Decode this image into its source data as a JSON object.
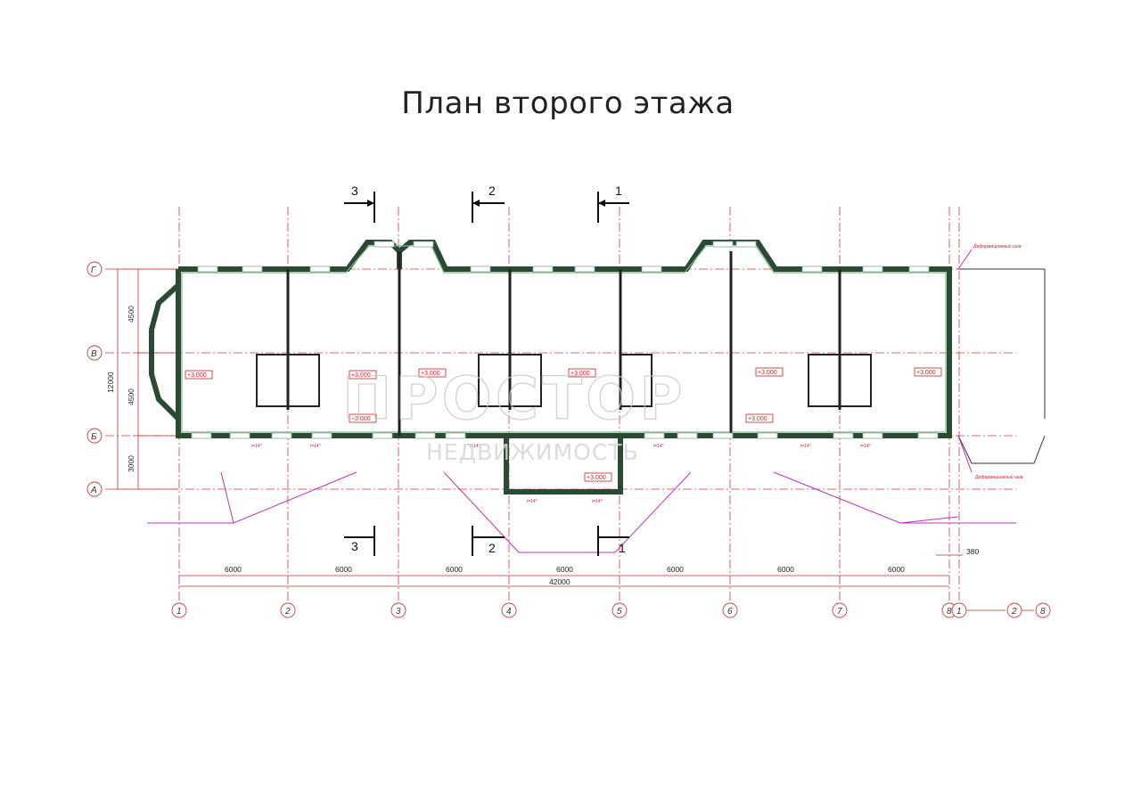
{
  "title": "План второго этажа",
  "axes_vertical": [
    "1",
    "2",
    "3",
    "4",
    "5",
    "6",
    "7",
    "8",
    "1"
  ],
  "axes_horizontal": [
    "Г",
    "В",
    "Б",
    "А"
  ],
  "dims_bottom": [
    "6000",
    "6000",
    "6000",
    "6000",
    "6000",
    "6000",
    "6000"
  ],
  "dim_total": "42000",
  "dim_extra": "380",
  "dims_left": [
    "4500",
    "4500",
    "3000"
  ],
  "dim_left_total": "12000",
  "level_marks": [
    "+3.000",
    "+3.000",
    "+3.000",
    "+3.000",
    "+3.000",
    "+3.000",
    "+3.000",
    "+3.000",
    "+3.000"
  ],
  "sections": [
    "3",
    "2",
    "1",
    "3",
    "2",
    "1"
  ],
  "slope_label": "i=14°",
  "joint_label": "Деформационный шов",
  "right_axes": [
    "2",
    "8"
  ],
  "watermark": {
    "main": "ПРОСТОР",
    "sub": "НЕДВИЖИМОСТЬ"
  },
  "colors": {
    "axis": "#d23b3b",
    "wall": "#2b4a34",
    "accent": "#c030c0"
  }
}
